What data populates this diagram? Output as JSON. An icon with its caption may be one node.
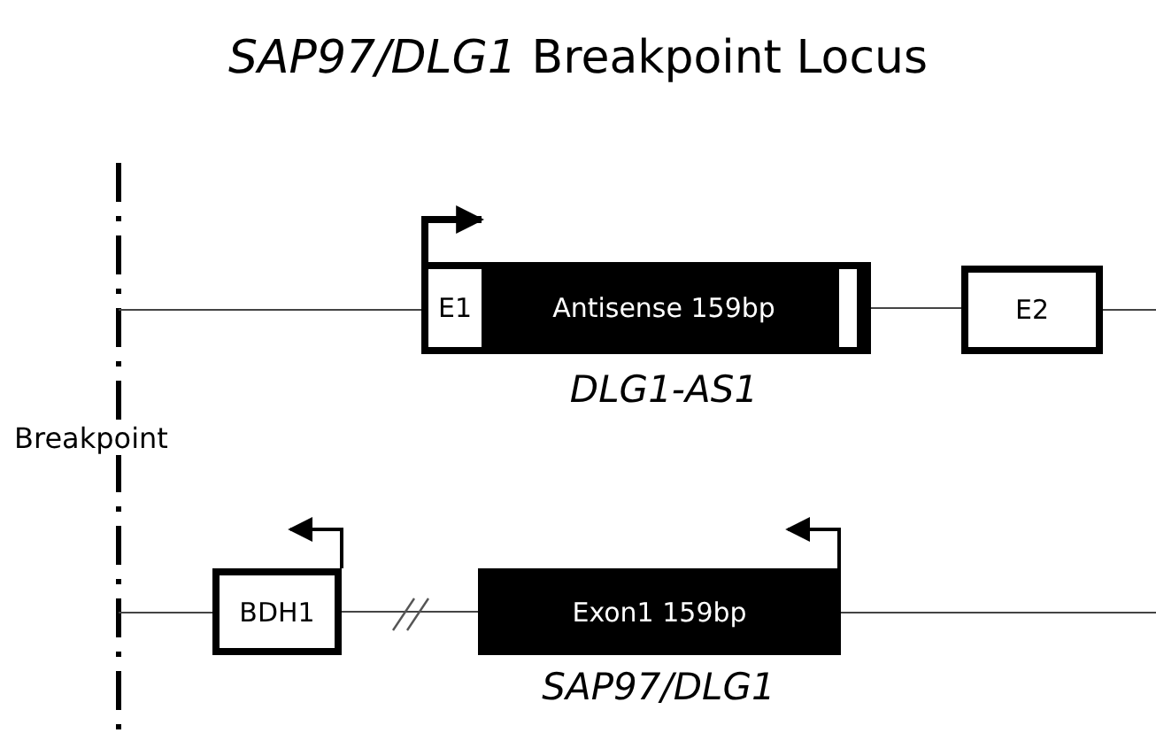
{
  "diagram": {
    "title": "*SAP97/DLG1* Breakpoint Locus",
    "nodes": [
      {
        "text": [
          "Antisense 159bp"
        ],
        "beside": [
          "DLG1-AS1"
        ]
      },
      {
        "text": [
          "E1"
        ],
        "in": 0
      },
      {
        "text": [
          "E2"
        ]
      },
      {
        "text": [
          "BDH1"
        ]
      },
      {
        "text": [
          "Exon1 159bp"
        ],
        "beside": [
          "SAP97/DLG1"
        ]
      }
    ],
    "edges": [
      {
        "from": 0,
        "to": 2,
        "arrow": "none"
      },
      {
        "from": 3,
        "to": 4,
        "arrow": "none"
      }
    ],
    "labels": [
      "Breakpoint"
    ]
  }
}
